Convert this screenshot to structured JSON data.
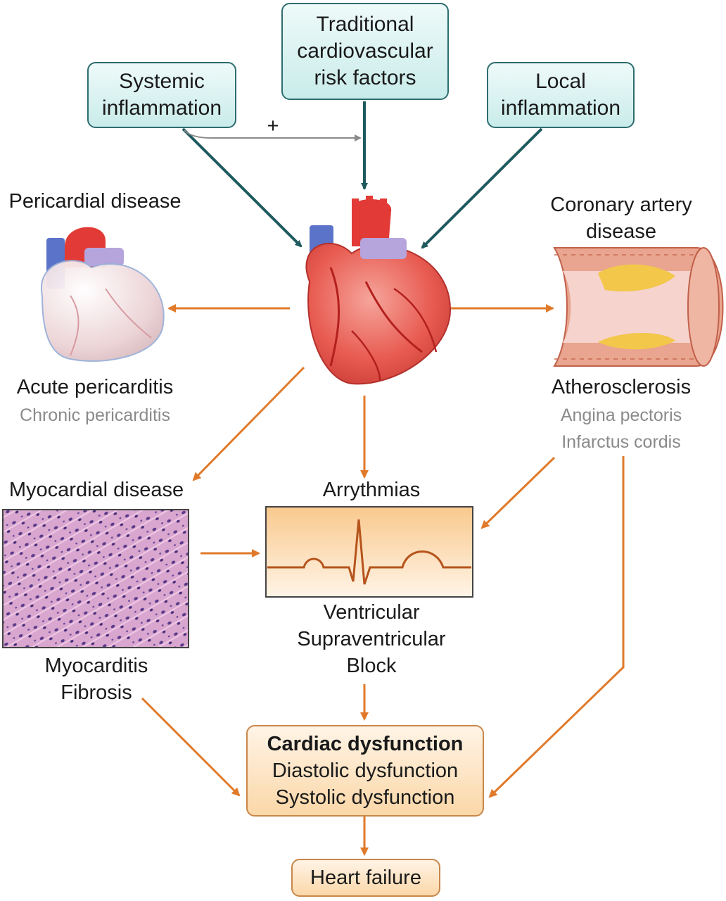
{
  "inputs": {
    "systemic": [
      "Systemic",
      "inflammation"
    ],
    "traditional": [
      "Traditional",
      "cardiovascular",
      "risk factors"
    ],
    "local": [
      "Local",
      "inflammation"
    ],
    "plus": "+"
  },
  "pericardial": {
    "title": "Pericardial disease",
    "main": "Acute pericarditis",
    "secondary": "Chronic pericarditis"
  },
  "coronary": {
    "title": [
      "Coronary artery",
      "disease"
    ],
    "main": "Atherosclerosis",
    "secondary": [
      "Angina pectoris",
      "Infarctus cordis"
    ]
  },
  "myocardial": {
    "title": "Myocardial disease",
    "items": [
      "Myocarditis",
      "Fibrosis"
    ]
  },
  "arrhythmias": {
    "title": "Arrythmias",
    "items": [
      "Ventricular",
      "Supraventricular",
      "Block"
    ]
  },
  "cardiac": {
    "title": "Cardiac dysfunction",
    "items": [
      "Diastolic dysfunction",
      "Systolic dysfunction"
    ]
  },
  "outcome": "Heart failure",
  "colors": {
    "teal_arrow": "#1f5a5e",
    "orange_arrow": "#e07a2a",
    "grey_arrow": "#8a8a8a"
  }
}
